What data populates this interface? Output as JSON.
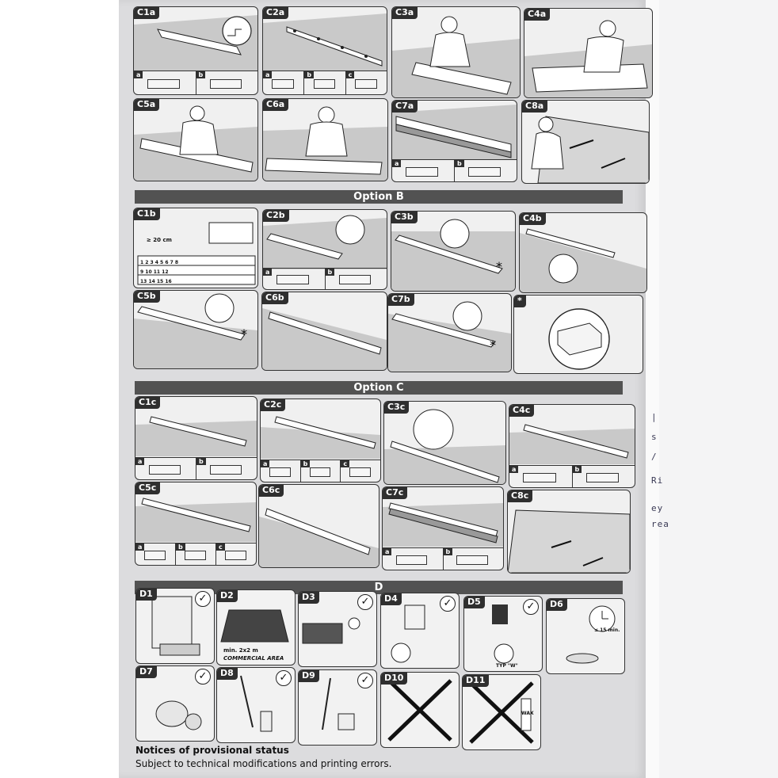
{
  "options": {
    "a_panels": [
      "C1a",
      "C2a",
      "C3a",
      "C4a",
      "C5a",
      "C6a",
      "C7a",
      "C8a"
    ],
    "b_banner": "Option B",
    "b_panels": [
      "C1b",
      "C2b",
      "C3b",
      "C4b",
      "C5b",
      "C6b",
      "C7b",
      "*"
    ],
    "c_banner": "Option C",
    "c_panels": [
      "C1c",
      "C2c",
      "C3c",
      "C4c",
      "C5c",
      "C6c",
      "C7c",
      "C8c"
    ],
    "d_banner": "D",
    "d_panels": [
      "D1",
      "D2",
      "D3",
      "D4",
      "D5",
      "D6",
      "D7",
      "D8",
      "D9",
      "D10",
      "D11"
    ]
  },
  "sub_labels": {
    "a": "a",
    "b": "b",
    "c": "c"
  },
  "c1b": {
    "spacing": "≥ 20 cm",
    "rows": [
      "1  2  3  4  5  6  7  8",
      "9  10  11  12",
      "13  14  15  16"
    ]
  },
  "d2": {
    "min": "min. 2x2 m",
    "area": "COMMERCIAL AREA"
  },
  "d5": {
    "label": "TYP \"W\""
  },
  "d6": {
    "time": "≤ 15 min."
  },
  "d11": {
    "bottle": "WAX"
  },
  "checks": {
    "symbol": "✓"
  },
  "notice": {
    "title": "Notices of provisional status",
    "text": "Subject to technical modifications and printing errors."
  },
  "edge": {
    "chars": [
      "|",
      "s",
      "/",
      "Ri",
      "ey",
      "rea"
    ]
  }
}
